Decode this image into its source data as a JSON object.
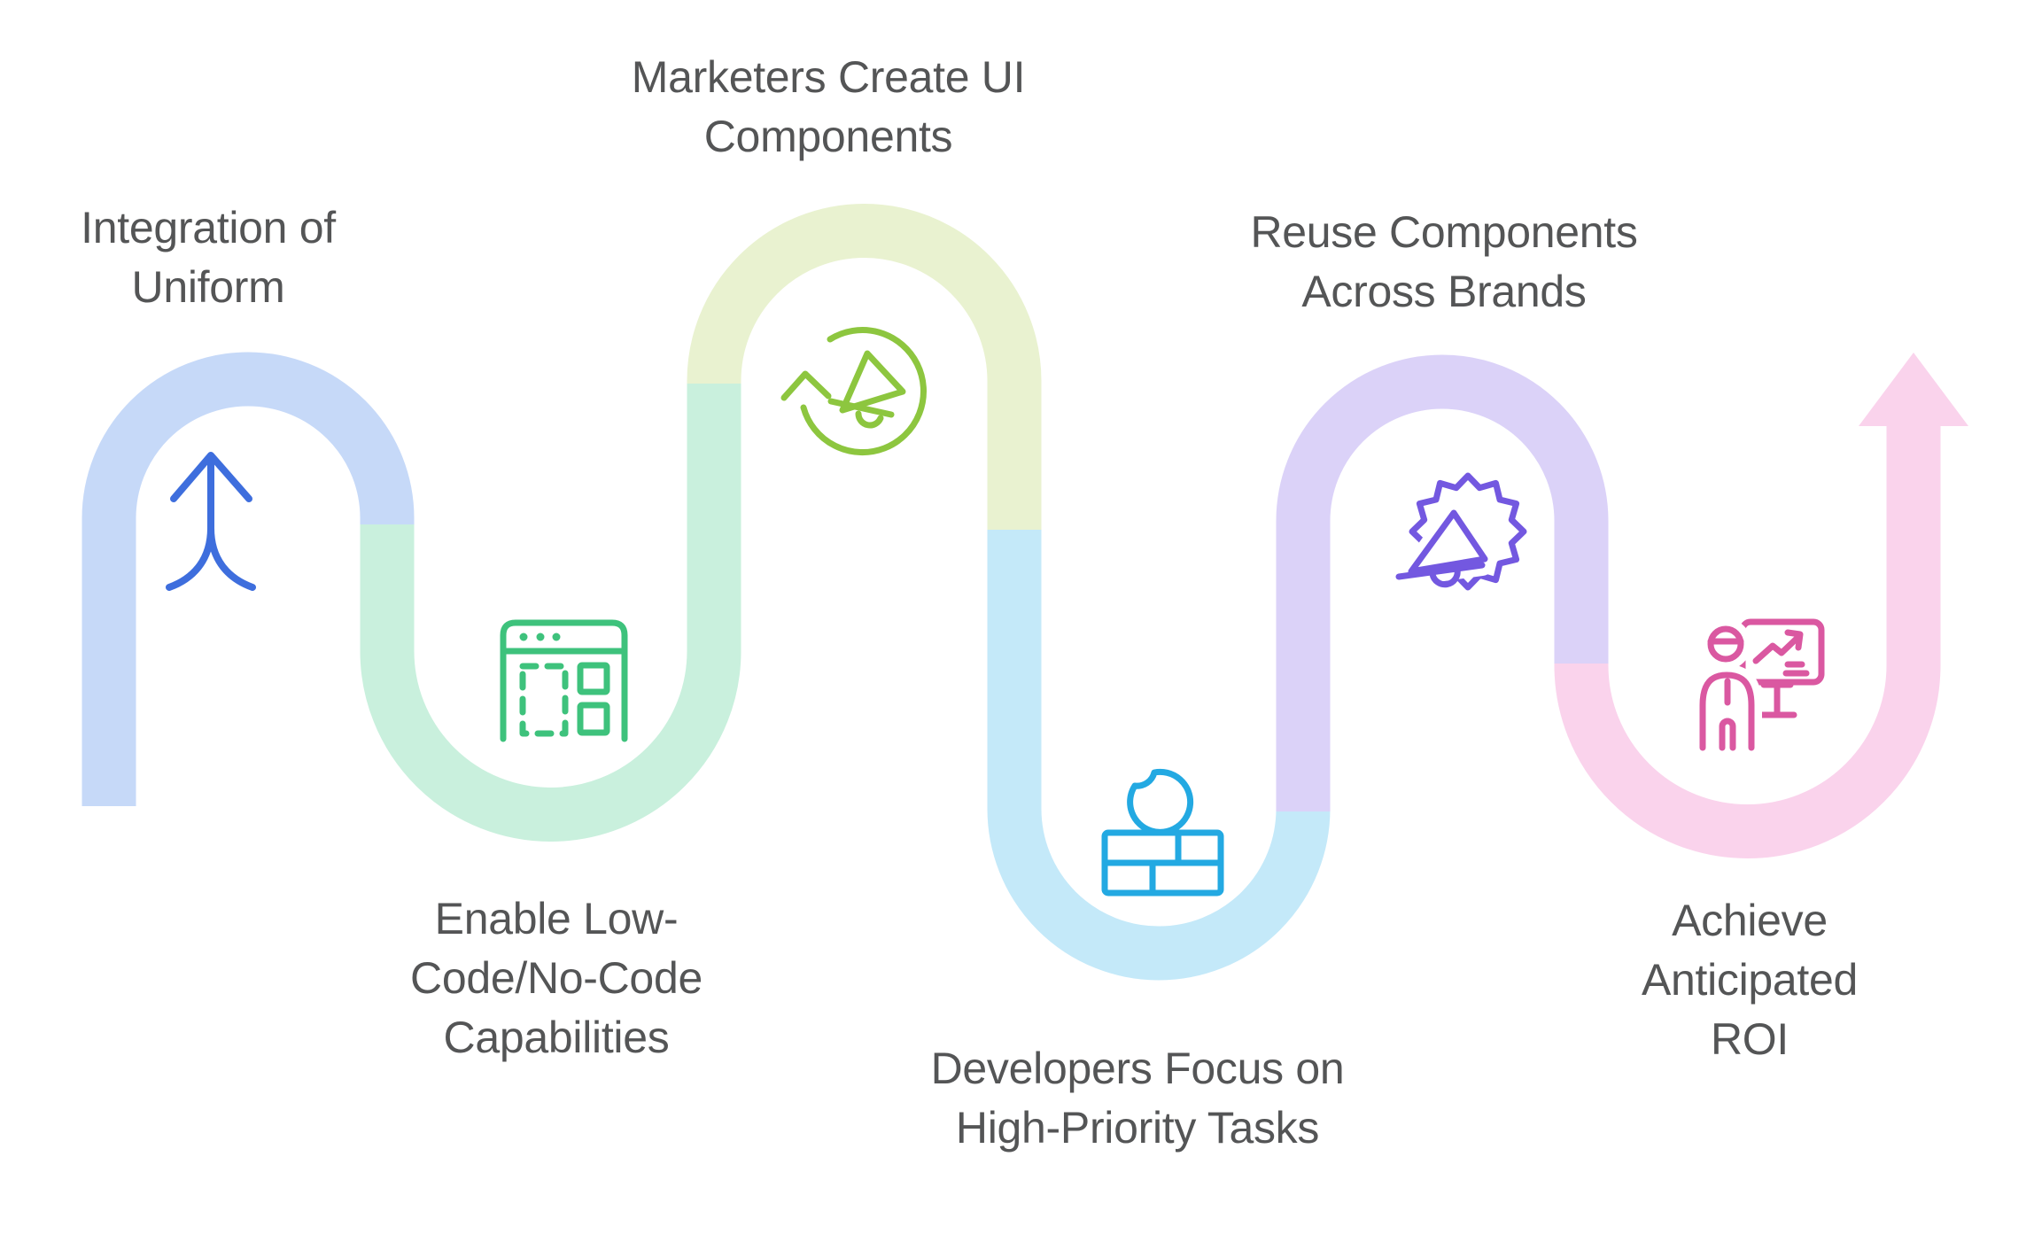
{
  "diagram": {
    "type": "process-flow-snake",
    "background_color": "#ffffff",
    "text_color": "#545556",
    "steps": [
      {
        "label": "Integration of\nUniform",
        "icon": "merge-arrows-up-icon",
        "path_color": "#c6d9f8",
        "icon_color": "#3e6edd"
      },
      {
        "label": "Enable Low-\nCode/No-Code\nCapabilities",
        "icon": "browser-components-icon",
        "path_color": "#c9f0dd",
        "icon_color": "#3ec27c"
      },
      {
        "label": "Marketers Create UI\nComponents",
        "icon": "megaphone-refresh-icon",
        "path_color": "#e9f2d0",
        "icon_color": "#8dc63f"
      },
      {
        "label": "Developers Focus on\nHigh-Priority Tasks",
        "icon": "firewall-flame-icon",
        "path_color": "#c4e9f9",
        "icon_color": "#23a9e2"
      },
      {
        "label": "Reuse Components\nAcross Brands",
        "icon": "megaphone-badge-icon",
        "path_color": "#dbd2f8",
        "icon_color": "#7358e0"
      },
      {
        "label": "Achieve Anticipated\nROI",
        "icon": "presenter-chart-icon",
        "path_color": "#fad3ec",
        "icon_color": "#da58a1"
      }
    ]
  }
}
